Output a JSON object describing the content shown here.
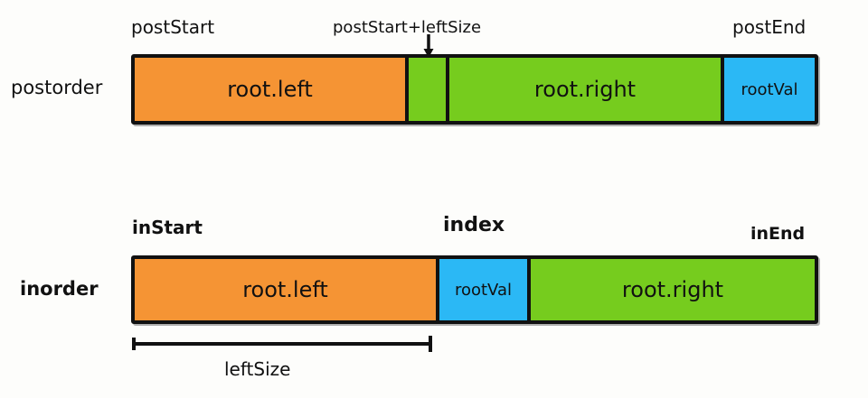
{
  "diagram": {
    "title_text": "",
    "colors": {
      "orange": "#F59434",
      "green": "#76CC1E",
      "blue": "#2BB8F5",
      "outline": "#111111",
      "background": "#FDFDFB"
    }
  },
  "postorder_row": {
    "row_label": "postorder",
    "labels": {
      "start": "postStart",
      "mid": "postStart+leftSize",
      "end": "postEnd"
    },
    "segments": [
      {
        "text": "root.left",
        "color": "#F59434",
        "text_size": "large"
      },
      {
        "text": "",
        "color": "#76CC1E",
        "text_size": "large"
      },
      {
        "text": "root.right",
        "color": "#76CC1E",
        "text_size": "large"
      },
      {
        "text": "rootVal",
        "color": "#2BB8F5",
        "text_size": "small"
      }
    ]
  },
  "inorder_row": {
    "row_label": "inorder",
    "labels": {
      "start": "inStart",
      "mid": "index",
      "end": "inEnd"
    },
    "segments": [
      {
        "text": "root.left",
        "color": "#F59434",
        "text_size": "large"
      },
      {
        "text": "rootVal",
        "color": "#2BB8F5",
        "text_size": "small"
      },
      {
        "text": "root.right",
        "color": "#76CC1E",
        "text_size": "large"
      }
    ],
    "bracket_label": "leftSize"
  }
}
